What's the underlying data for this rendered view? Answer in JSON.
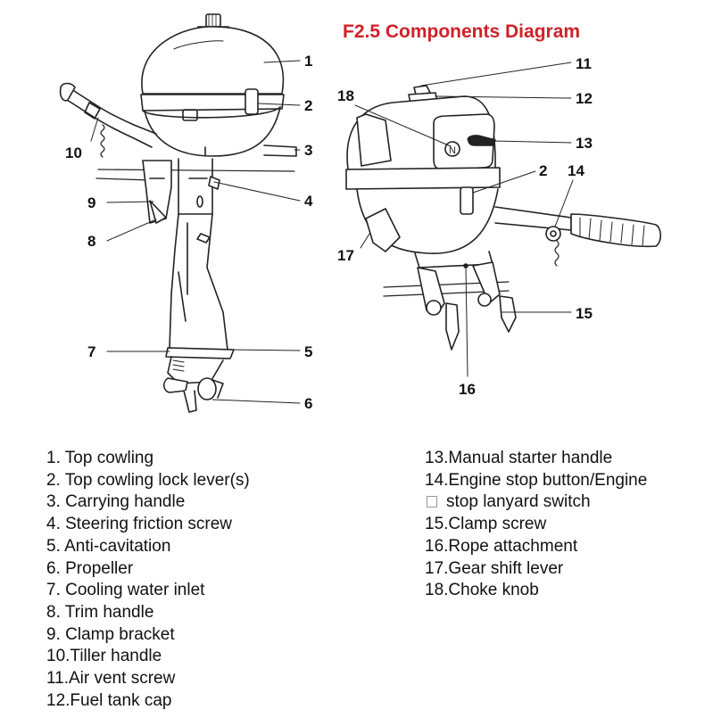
{
  "title": "F2.5 Components Diagram",
  "callouts": [
    "1",
    "2",
    "3",
    "4",
    "5",
    "6",
    "7",
    "8",
    "9",
    "10",
    "11",
    "12",
    "13",
    "14",
    "15",
    "16",
    "17",
    "18",
    "2"
  ],
  "legend_left": [
    "1. Top cowling",
    "2. Top cowling lock lever(s)",
    "3. Carrying handle",
    "4. Steering friction screw",
    "5. Anti-cavitation",
    "6. Propeller",
    "7. Cooling water inlet",
    "8. Trim handle",
    "9. Clamp bracket",
    "10.Tiller handle",
    "11.Air vent screw",
    "12.Fuel tank cap"
  ],
  "legend_right": [
    "13.Manual starter handle",
    "14.Engine stop button/Engine",
    "stop lanyard switch",
    "15.Clamp screw",
    "16.Rope attachment",
    "17.Gear shift lever",
    "18.Choke knob"
  ]
}
